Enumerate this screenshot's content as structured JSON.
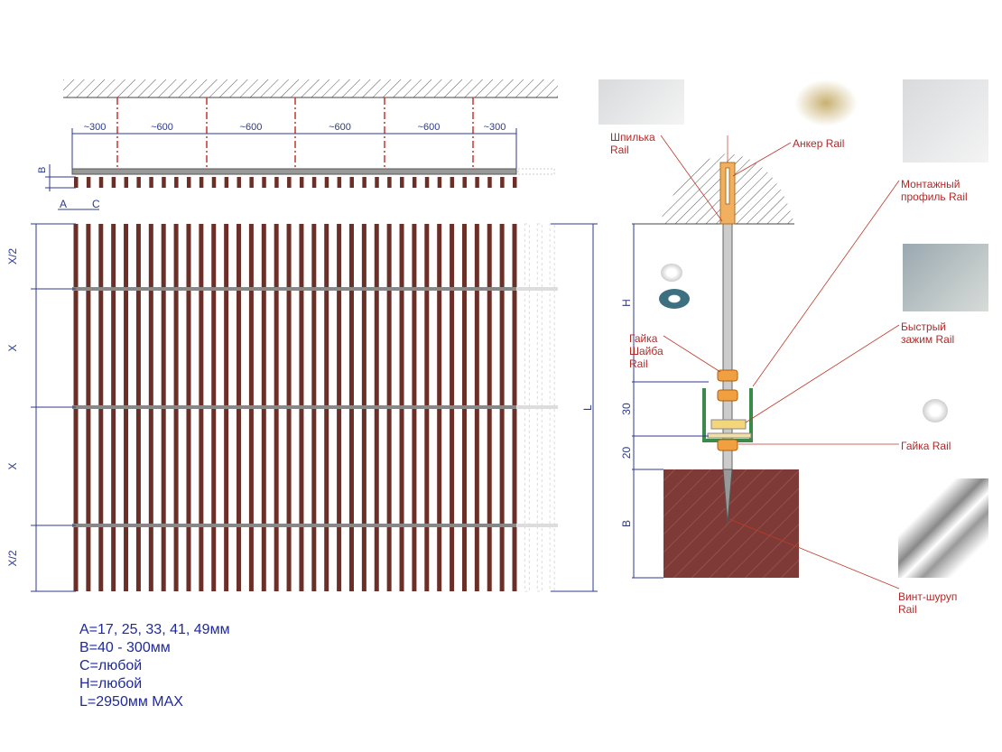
{
  "top_view": {
    "spacings": [
      "~300",
      "~600",
      "~600",
      "~600",
      "~600",
      "~300"
    ],
    "dim_b": "B",
    "dim_a": "A",
    "dim_c": "C"
  },
  "front_view": {
    "left_dims": [
      "X/2",
      "X",
      "X",
      "X/2"
    ],
    "right_dim": "L",
    "slat_count": 36
  },
  "section": {
    "dims": [
      "H",
      "30",
      "20",
      "B"
    ]
  },
  "labels": {
    "stud": "Шпилька\nRail",
    "anchor": "Анкер Rail",
    "profile": "Монтажный\nпрофиль Rail",
    "nut_washer": "Гайка\nШайба\nRail",
    "clamp": "Быстрый\nзажим Rail",
    "nut": "Гайка Rail",
    "screw": "Винт-шуруп\nRail"
  },
  "specs": [
    "A=17, 25, 33, 41, 49мм",
    "B=40 - 300мм",
    "C=любой",
    "H=любой",
    "L=2950мм MAX"
  ],
  "colors": {
    "slat": "#6b2f28",
    "dims": "#2c3a8c",
    "red": "#c0392b",
    "orange": "#f0a040",
    "green": "#3a8a4a",
    "wood": "#7e3a36"
  }
}
